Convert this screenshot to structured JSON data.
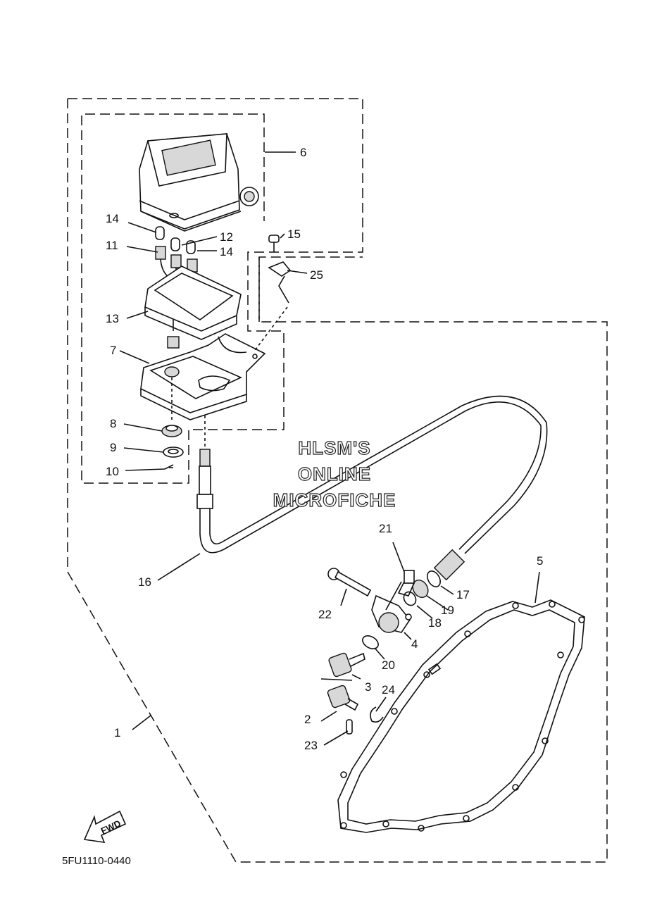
{
  "callouts": {
    "c1": "1",
    "c2": "2",
    "c3": "3",
    "c4": "4",
    "c5": "5",
    "c6": "6",
    "c7": "7",
    "c8": "8",
    "c9": "9",
    "c10": "10",
    "c11": "11",
    "c12": "12",
    "c13": "13",
    "c14a": "14",
    "c14b": "14",
    "c15": "15",
    "c16": "16",
    "c17": "17",
    "c18": "18",
    "c19": "19",
    "c20": "20",
    "c21": "21",
    "c22": "22",
    "c23": "23",
    "c24": "24",
    "c25": "25"
  },
  "watermark": {
    "line1": "HLSM'S",
    "line2": "ONLINE",
    "line3": "MICROFICHE"
  },
  "direction_badge": "FWD",
  "diagram_code": "5FU1110-0440"
}
